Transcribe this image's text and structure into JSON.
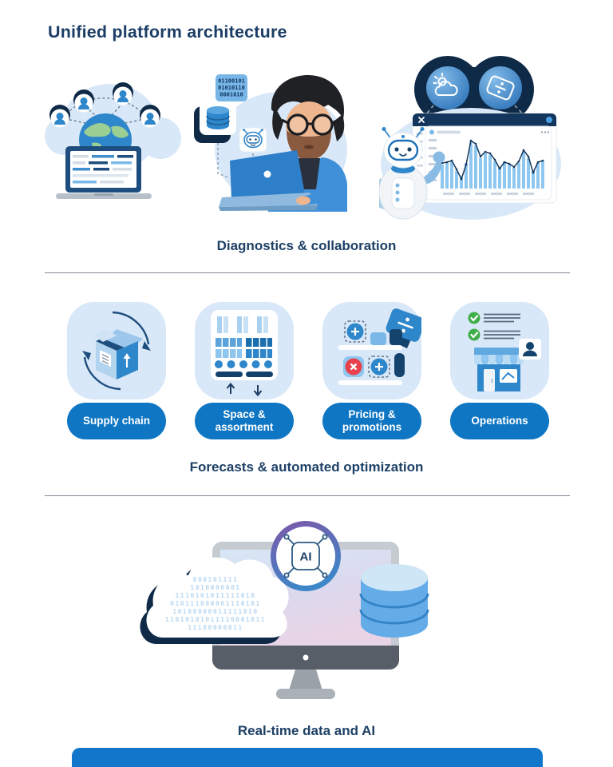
{
  "title": "Unified platform architecture",
  "sections": [
    {
      "caption": "Diagnostics & collaboration"
    },
    {
      "caption": "Forecasts & automated optimization",
      "cards": [
        {
          "label": "Supply chain"
        },
        {
          "label": "Space & assortment"
        },
        {
          "label": "Pricing & promotions"
        },
        {
          "label": "Operations"
        }
      ]
    },
    {
      "caption": "Real-time data and AI"
    }
  ],
  "developer": {
    "binary_lines": [
      "01100101",
      "01010110",
      "0001010"
    ]
  },
  "realtime": {
    "ai_label": "AI",
    "cloud_rows": [
      "000101111",
      "1010000001",
      "1110101011111010",
      "010111000001110101",
      "10100000011111010",
      "11010101011110001011",
      "11100000011"
    ]
  },
  "dashboard_chart": {
    "type": "bar",
    "bars": [
      30,
      32,
      34,
      22,
      14,
      32,
      58,
      54,
      38,
      44,
      42,
      34,
      26,
      34,
      30,
      26,
      32,
      46,
      38,
      22,
      32,
      34
    ],
    "line": [
      32,
      33,
      35,
      24,
      12,
      30,
      60,
      56,
      40,
      46,
      44,
      36,
      25,
      33,
      31,
      27,
      34,
      48,
      40,
      20,
      33,
      35
    ]
  },
  "colors": {
    "navy": "#1d3e66",
    "dark_navy": "#0e2a47",
    "blue": "#2e86cb",
    "pill_blue": "#0e76c3",
    "light_blue_tile": "#d9e8f8",
    "bar_blue": "#8ec7ef",
    "red": "#e8414d",
    "green": "#3fae49",
    "bottom_bar_blue": "#1277cb"
  }
}
